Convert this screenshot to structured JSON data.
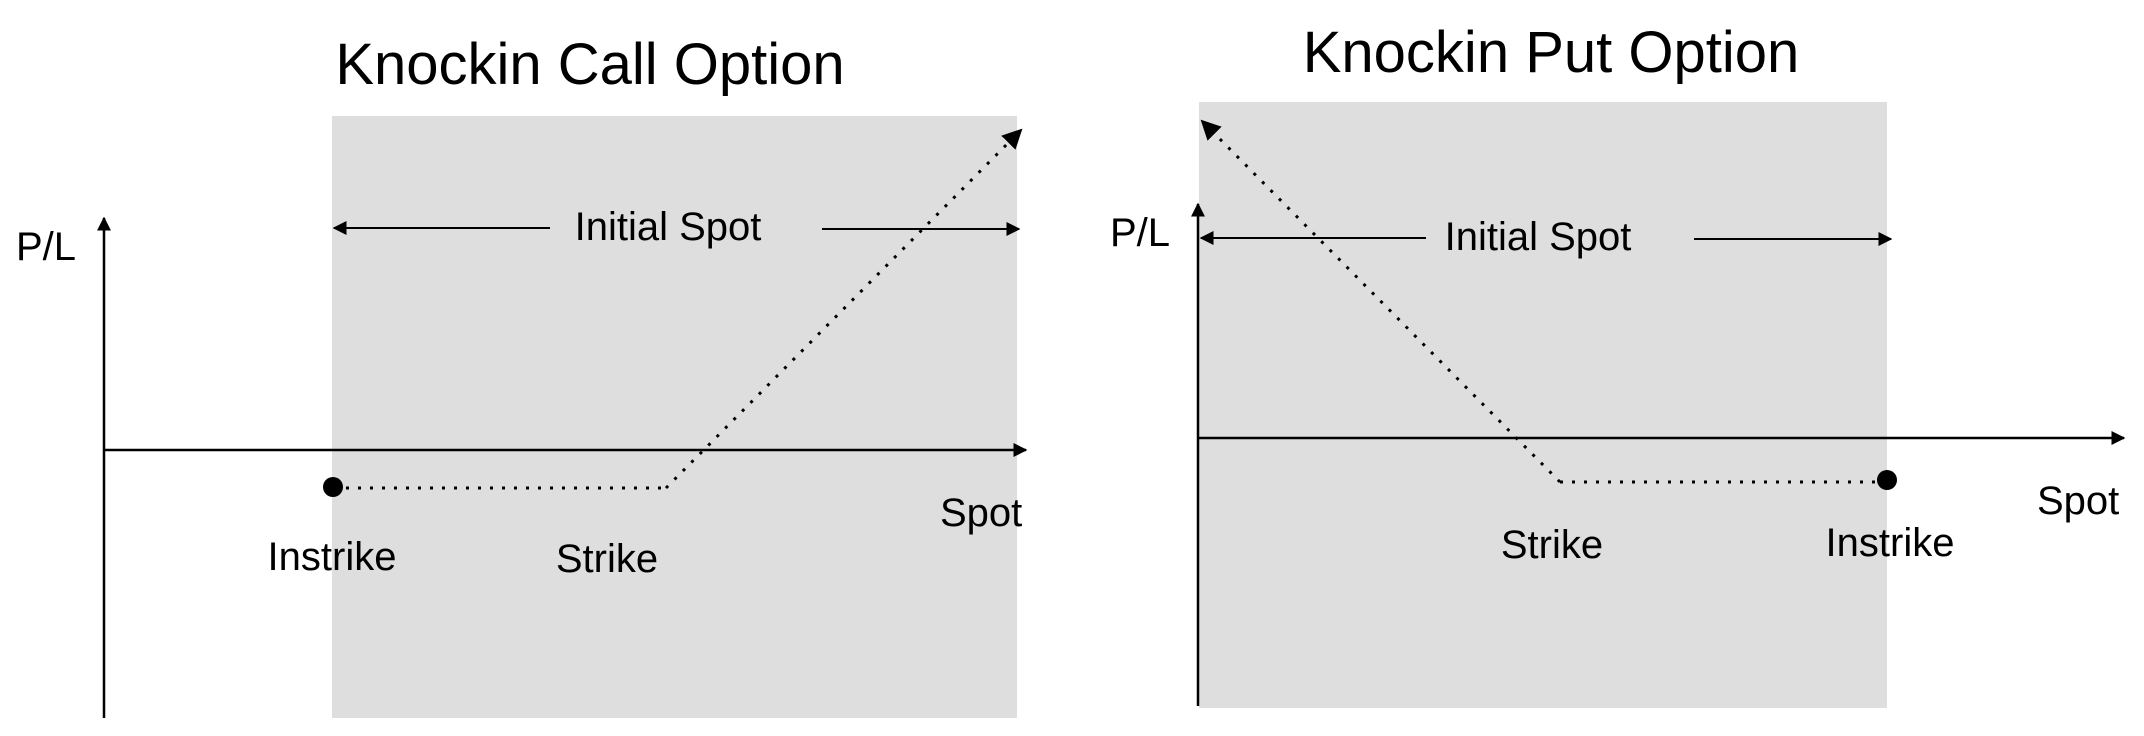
{
  "colors": {
    "region_fill": "#dedede",
    "line": "#000000",
    "background": "#ffffff"
  },
  "panels": [
    {
      "title": "Knockin Call Option",
      "y_axis_label": "P/L",
      "x_axis_label": "Spot",
      "range_label": "Initial Spot",
      "strike_label": "Strike",
      "instrike_label": "Instrike"
    },
    {
      "title": "Knockin Put Option",
      "y_axis_label": "P/L",
      "x_axis_label": "Spot",
      "range_label": "Initial Spot",
      "strike_label": "Strike",
      "instrike_label": "Instrike"
    }
  ]
}
